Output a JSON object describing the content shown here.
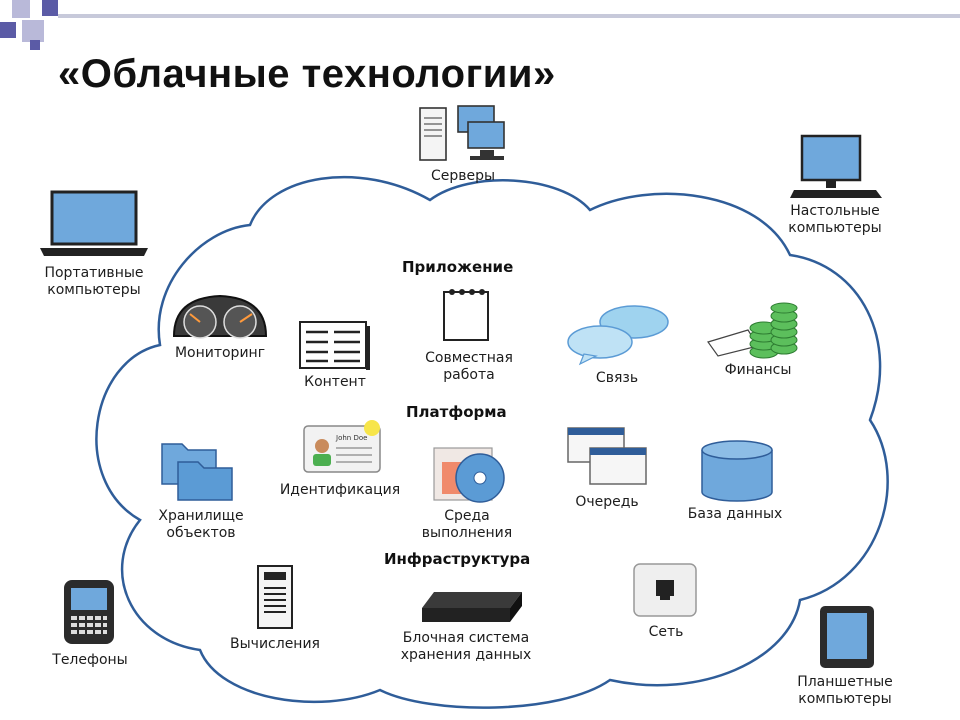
{
  "title": "«Облачные технологии»",
  "colors": {
    "accent_blue": "#5b9bd5",
    "screen_blue": "#6fa8dc",
    "cloud_outline": "#2f5d99",
    "deco_purple": "#5b5ba6",
    "deco_light": "#b9b9d9",
    "money_green": "#4caf50",
    "badge_yellow": "#f7e54a"
  },
  "sections": {
    "applications": "Приложение",
    "platform": "Платформа",
    "infrastructure": "Инфраструктура"
  },
  "outer_devices": {
    "servers": "Серверы",
    "desktops": "Настольные\nкомпьютеры",
    "laptops": "Портативные\nкомпьютеры",
    "phones": "Телефоны",
    "tablets": "Планшетные\nкомпьютеры"
  },
  "services": {
    "monitoring": "Мониторинг",
    "content": "Контент",
    "collaboration": "Совместная\nработа",
    "communication": "Связь",
    "finance": "Финансы",
    "identity": "Идентификация",
    "runtime": "Среда\nвыполнения",
    "queue": "Очередь",
    "database": "База данных",
    "object_storage": "Хранилище\nобъектов",
    "compute": "Вычисления",
    "block_storage": "Блочная система\nхранения данных",
    "network": "Сеть"
  },
  "icons": [
    "server-tower-icon",
    "desktop-monitor-icon",
    "laptop-icon",
    "phone-icon",
    "tablet-icon",
    "speedometer-icon",
    "document-lines-icon",
    "notepad-icon",
    "speech-bubbles-icon",
    "money-stack-icon",
    "id-card-icon",
    "disc-icon",
    "window-stack-icon",
    "database-cylinder-icon",
    "folders-icon",
    "tower-server-icon",
    "storage-drive-icon",
    "network-socket-icon"
  ],
  "id_card_text": "John Doe"
}
